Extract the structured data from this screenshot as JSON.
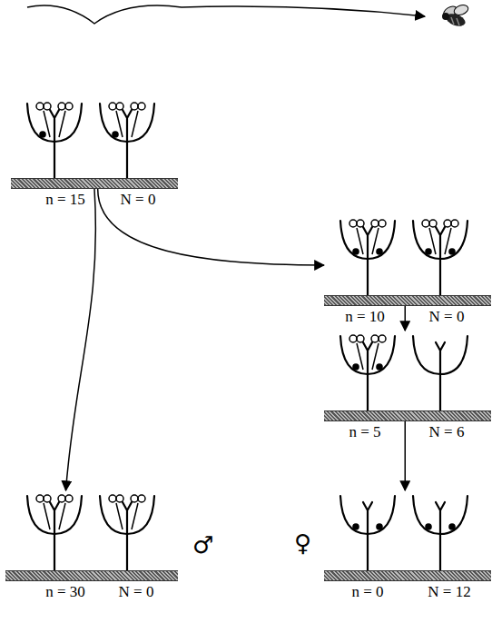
{
  "diagram": {
    "nodes": [
      {
        "text": [
          "n = 15",
          "N = 0"
        ]
      },
      {
        "text": [
          "n = 10",
          "N = 0"
        ]
      },
      {
        "text": [
          "n = 5",
          "N = 6"
        ]
      },
      {
        "text": [
          "n = 30",
          "N = 0"
        ]
      },
      {
        "text": [
          "n = 0",
          "N = 12"
        ]
      }
    ],
    "edges": [
      {
        "from": 0,
        "to": 1,
        "arrow": "to"
      },
      {
        "from": 0,
        "to": 3,
        "arrow": "to"
      },
      {
        "from": 1,
        "to": 2,
        "arrow": "to"
      },
      {
        "from": 2,
        "to": 4,
        "arrow": "to"
      }
    ],
    "labels": [
      "♂",
      "♀"
    ]
  }
}
